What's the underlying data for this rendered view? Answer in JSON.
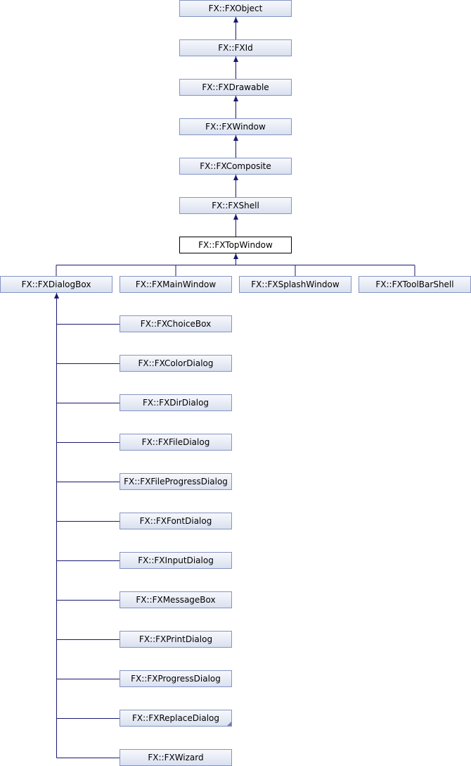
{
  "diagram": {
    "colors": {
      "edge": "#191970",
      "node_border": "#8494c2",
      "current_border": "#000000"
    },
    "chain": [
      {
        "id": "fxobject",
        "label": "FX::FXObject"
      },
      {
        "id": "fxid",
        "label": "FX::FXId"
      },
      {
        "id": "fxdrawable",
        "label": "FX::FXDrawable"
      },
      {
        "id": "fxwindow",
        "label": "FX::FXWindow"
      },
      {
        "id": "fxcomposite",
        "label": "FX::FXComposite"
      },
      {
        "id": "fxshell",
        "label": "FX::FXShell"
      },
      {
        "id": "fxtopwindow",
        "label": "FX::FXTopWindow",
        "current": true
      }
    ],
    "children": [
      {
        "id": "fxdialogbox",
        "label": "FX::FXDialogBox"
      },
      {
        "id": "fxmainwindow",
        "label": "FX::FXMainWindow"
      },
      {
        "id": "fxsplashwindow",
        "label": "FX::FXSplashWindow"
      },
      {
        "id": "fxtoolbarshell",
        "label": "FX::FXToolBarShell"
      }
    ],
    "dialog_children": [
      {
        "id": "fxchoicebox",
        "label": "FX::FXChoiceBox"
      },
      {
        "id": "fxcolordialog",
        "label": "FX::FXColorDialog"
      },
      {
        "id": "fxdirdialog",
        "label": "FX::FXDirDialog"
      },
      {
        "id": "fxfiledialog",
        "label": "FX::FXFileDialog"
      },
      {
        "id": "fxfileprogressdialog",
        "label": "FX::FXFileProgressDialog"
      },
      {
        "id": "fxfontdialog",
        "label": "FX::FXFontDialog"
      },
      {
        "id": "fxinputdialog",
        "label": "FX::FXInputDialog"
      },
      {
        "id": "fxmessagebox",
        "label": "FX::FXMessageBox"
      },
      {
        "id": "fxprintdialog",
        "label": "FX::FXPrintDialog"
      },
      {
        "id": "fxprogressdialog",
        "label": "FX::FXProgressDialog"
      },
      {
        "id": "fxreplacedialog",
        "label": "FX::FXReplaceDialog",
        "has_subclasses": true
      },
      {
        "id": "fxwizard",
        "label": "FX::FXWizard"
      }
    ]
  }
}
